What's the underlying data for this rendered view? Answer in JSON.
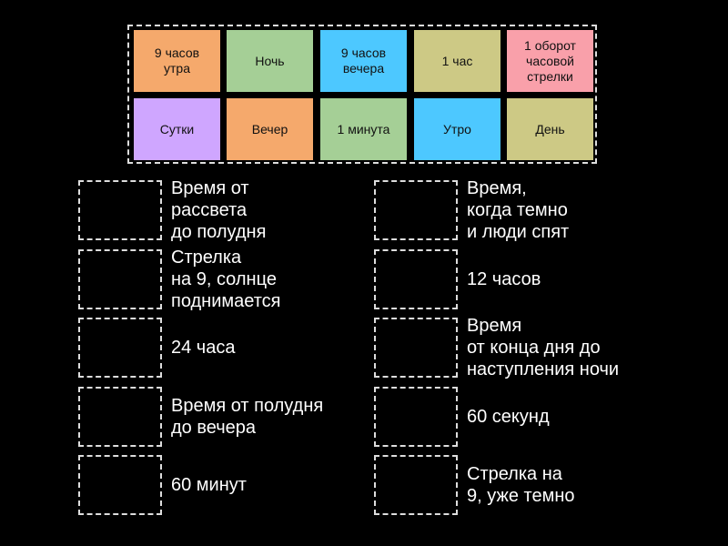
{
  "tiles": [
    {
      "label": "9 часов\nутра",
      "color": "#f5a96c"
    },
    {
      "label": "Ночь",
      "color": "#a5cf96"
    },
    {
      "label": "9 часов\nвечера",
      "color": "#4dc8ff"
    },
    {
      "label": "1 час",
      "color": "#cdc985"
    },
    {
      "label": "1 оборот\nчасовой\nстрелки",
      "color": "#f9a0aa"
    },
    {
      "label": "Сутки",
      "color": "#cfa6ff"
    },
    {
      "label": "Вечер",
      "color": "#f5a96c"
    },
    {
      "label": "1 минута",
      "color": "#a5cf96"
    },
    {
      "label": "Утро",
      "color": "#4dc8ff"
    },
    {
      "label": "День",
      "color": "#cdc985"
    }
  ],
  "left": [
    "Время от\nрассвета\nдо полудня",
    "Стрелка\nна 9, солнце\nподнимается",
    "24 часа",
    "Время от полудня\nдо вечера",
    "60 минут"
  ],
  "right": [
    "Время,\nкогда темно\nи люди спят",
    "12 часов",
    "Время\nот конца дня до\nнаступления ночи",
    "60 секунд",
    "Стрелка на\n9, уже темно"
  ]
}
